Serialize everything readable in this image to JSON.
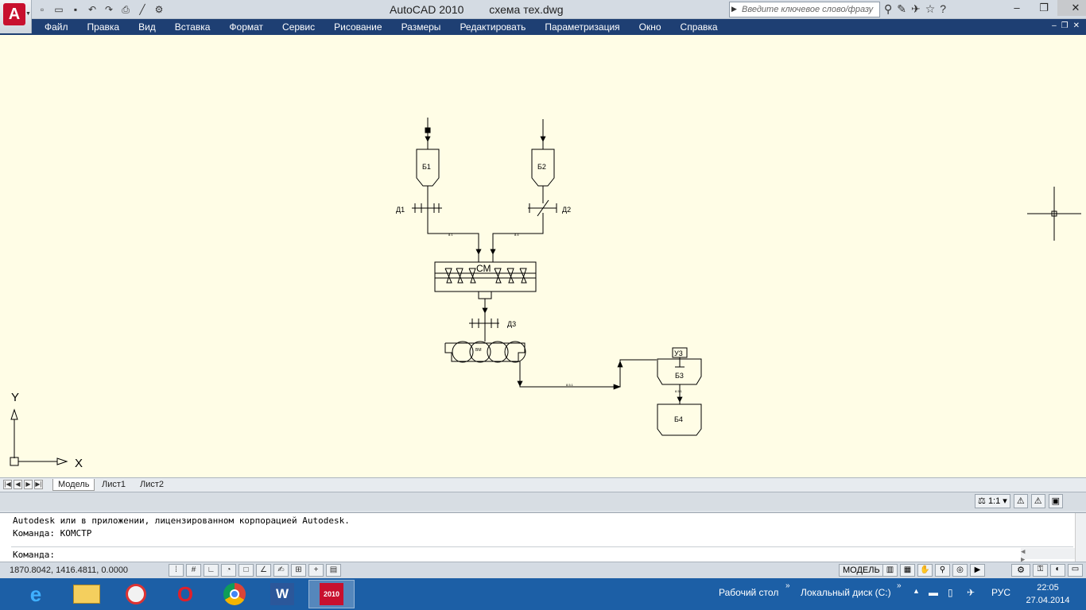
{
  "window": {
    "app_title": "AutoCAD 2010",
    "file_title": "схема тех.dwg",
    "search_placeholder": "Введите ключевое слово/фразу"
  },
  "menu": [
    "Файл",
    "Правка",
    "Вид",
    "Вставка",
    "Формат",
    "Сервис",
    "Рисование",
    "Размеры",
    "Редактировать",
    "Параметризация",
    "Окно",
    "Справка"
  ],
  "drawing": {
    "hopper_b1": "Б1",
    "hopper_b2": "Б2",
    "doser_d1": "Д1",
    "doser_d2": "Д2",
    "mixer": "СМ",
    "doser_d3": "Д3",
    "vm_label": "ВМ",
    "u3": "У3",
    "b3": "Б3",
    "b4": "Б4",
    "line_b1": "8.1",
    "line_b2": "8.4",
    "line_b5": "8.5.1",
    "line_b3": "8.5.1",
    "ucs_y": "Y",
    "ucs_x": "X"
  },
  "tabs": [
    "Модель",
    "Лист1",
    "Лист2"
  ],
  "annotation_scale": "1:1",
  "command": {
    "line1": "Autodesk или в приложении, лицензированном корпорацией Autodesk.",
    "line2": "Команда: КОМСТР",
    "prompt": "Команда:"
  },
  "status": {
    "coords": "1870.8042, 1416.4811, 0.0000",
    "model": "МОДЕЛЬ"
  },
  "taskbar": {
    "desktop": "Рабочий стол",
    "disk": "Локальный диск (C:)",
    "lang": "РУС",
    "time": "22:05",
    "date": "27.04.2014",
    "word_icon": "W",
    "acad_icon": "2010",
    "opera_icon": "O"
  }
}
